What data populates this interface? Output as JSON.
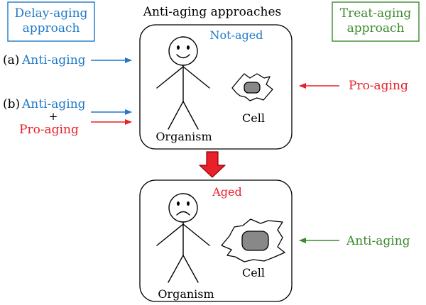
{
  "title": "Anti-aging approaches",
  "delay_box": {
    "line1": "Delay-aging",
    "line2": "approach"
  },
  "treat_box": {
    "line1": "Treat-aging",
    "line2": "approach"
  },
  "row_a": {
    "marker": "(a)",
    "label": "Anti-aging"
  },
  "row_b": {
    "marker": "(b)",
    "label1": "Anti-aging",
    "plus": "+",
    "label2": "Pro-aging"
  },
  "top_panel": {
    "state": "Not-aged",
    "organism": "Organism",
    "cell": "Cell"
  },
  "right_top": {
    "label": "Pro-aging"
  },
  "bottom_panel": {
    "state": "Aged",
    "organism": "Organism",
    "cell": "Cell"
  },
  "right_bottom": {
    "label": "Anti-aging"
  },
  "colors": {
    "blue": "#1f78c8",
    "red": "#e8202a",
    "green": "#3c8a2e",
    "black": "#000000",
    "nucleus": "#888888"
  }
}
